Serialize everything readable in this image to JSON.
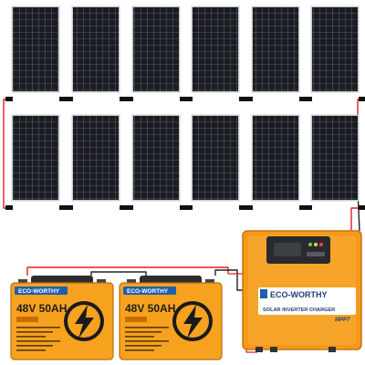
{
  "solar_array": {
    "rows": 2,
    "panels_per_row": 6,
    "panel_color": "#1a1c22",
    "cell_line_color": "#9aa0a8",
    "frame_color": "#c9ccd0"
  },
  "wiring": {
    "positive_color": "#e02020",
    "negative_color": "#222222"
  },
  "inverter": {
    "body_color": "#f39a1c",
    "brand": "ECO-WORTHY",
    "subtitle": "SOLAR INVERTER CHARGER",
    "badge": "MPPT"
  },
  "batteries": [
    {
      "brand": "ECO-WORTHY",
      "capacity_label": "48V 50AH",
      "body_color": "#f7a21e"
    },
    {
      "brand": "ECO-WORTHY",
      "capacity_label": "48V 50AH",
      "body_color": "#f7a21e"
    }
  ]
}
